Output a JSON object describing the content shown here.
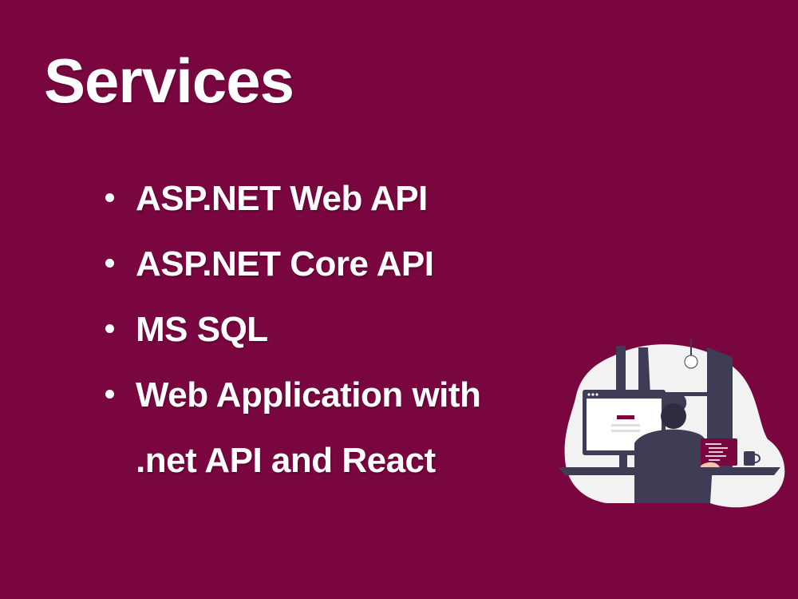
{
  "slide": {
    "title": "Services",
    "bullets": [
      "ASP.NET Web API",
      "ASP.NET Core API",
      "MS SQL",
      "Web Application with .net API and React"
    ]
  },
  "colors": {
    "background": "#7a0640",
    "text": "#ffffff",
    "illustration_dark": "#3f3d56",
    "illustration_light": "#f2f2f2"
  },
  "icons": {
    "illustration": "developer-at-computer-illustration"
  }
}
